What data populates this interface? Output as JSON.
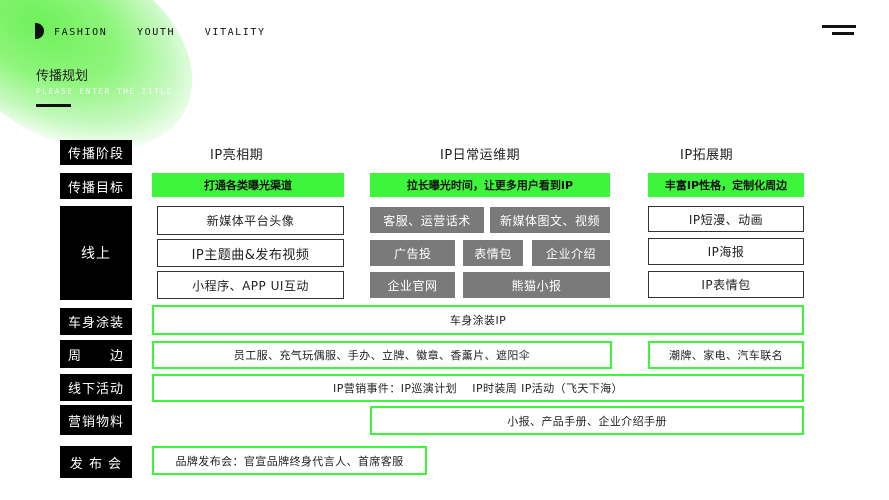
{
  "header": {
    "tagline": [
      "FASHION",
      "YOUTH",
      "VITALITY"
    ],
    "title": "传播规划",
    "subtitle": "PLEASE ENTER THE TITLE"
  },
  "labels": {
    "stage": "传播阶段",
    "goal": "传播目标",
    "online": "线上",
    "car": "车身涂装",
    "around": "周　　边",
    "offline": "线下活动",
    "materials": "营销物料",
    "launch": "发 布 会"
  },
  "phases": [
    "IP亮相期",
    "IP日常运维期",
    "IP拓展期"
  ],
  "goals": [
    "打通各类曝光渠道",
    "拉长曝光时间，让更多用户看到IP",
    "丰富IP性格，定制化周边"
  ],
  "online": {
    "phase1": [
      "新媒体平台头像",
      "IP主题曲&发布视频",
      "小程序、APP UI互动"
    ],
    "phase2": [
      "客服、运营话术",
      "新媒体图文、视频",
      "广告投",
      "表情包",
      "企业介绍",
      "企业官网",
      "熊猫小报"
    ],
    "phase3": [
      "IP短漫、动画",
      "IP海报",
      "IP表情包"
    ]
  },
  "rows": {
    "car": "车身涂装IP",
    "around_main": "员工服、充气玩偶服、手办、立牌、徽章、香薰片、遮阳伞",
    "around_ext": "潮牌、家电、汽车联名",
    "offline": "IP营销事件：IP巡演计划　 IP时装周 IP活动（飞天下海）",
    "materials": "小报、产品手册、企业介绍手册",
    "launch": "品牌发布会：官宣品牌终身代言人、首席客服"
  },
  "colors": {
    "accent": "#3df53a",
    "label_bg": "#000000",
    "gray_box": "#7a7a7a"
  }
}
